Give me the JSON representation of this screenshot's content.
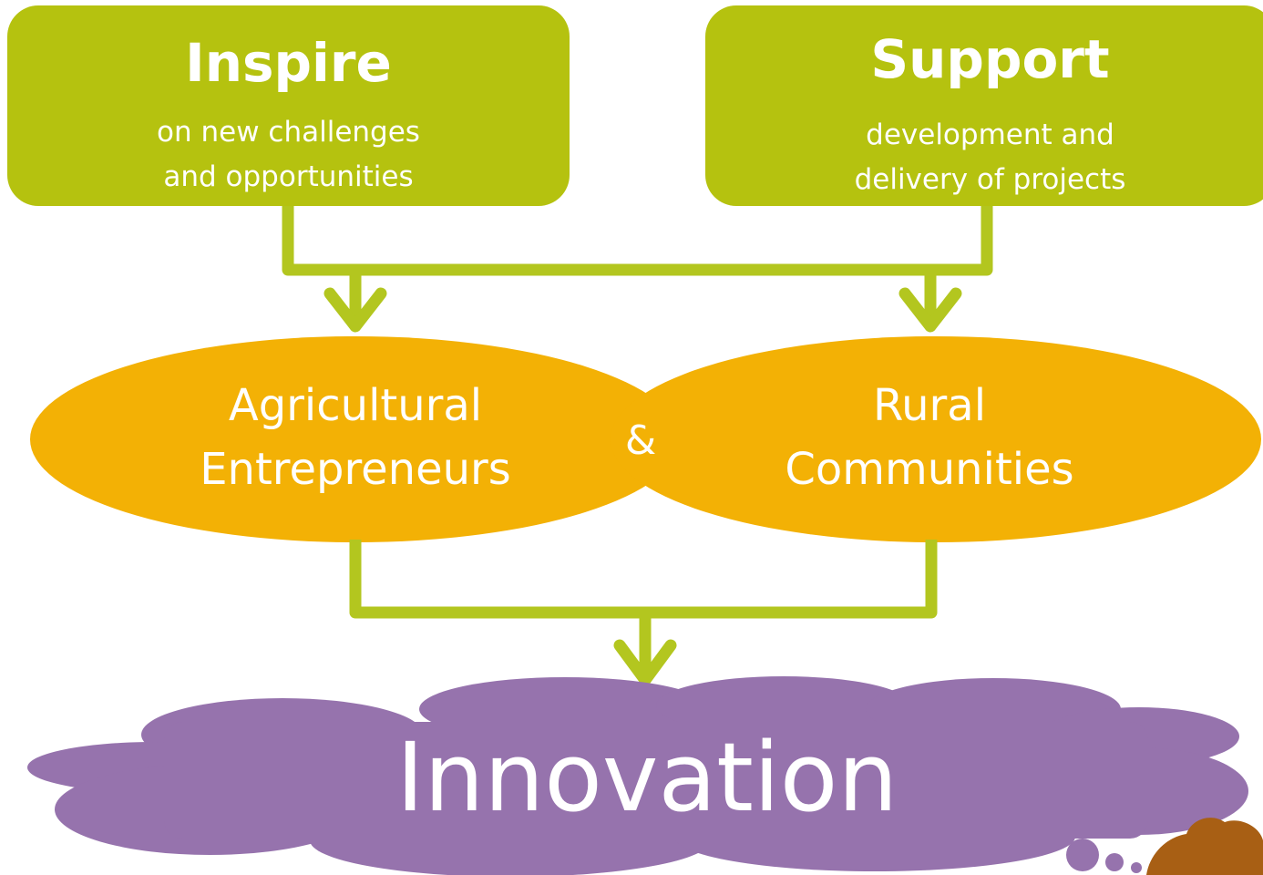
{
  "boxes": {
    "inspire": {
      "title": "Inspire",
      "lines": [
        "on new challenges",
        "and opportunities"
      ]
    },
    "support": {
      "title": "Support",
      "lines": [
        "development and",
        "delivery of projects"
      ]
    }
  },
  "ovals": {
    "agricultural": {
      "lines": [
        "Agricultural",
        "Entrepreneurs"
      ]
    },
    "rural": {
      "lines": [
        "Rural",
        "Communities"
      ]
    },
    "connector": "&"
  },
  "innovation": {
    "label": "Innovation"
  },
  "colors": {
    "box_green": "#b5c20f",
    "connector_green": "#b3c61f",
    "oval_orange": "#f3b105",
    "cloud_purple": "#9673ad",
    "character_brown": "#a85f14",
    "text": "#ffffff"
  }
}
